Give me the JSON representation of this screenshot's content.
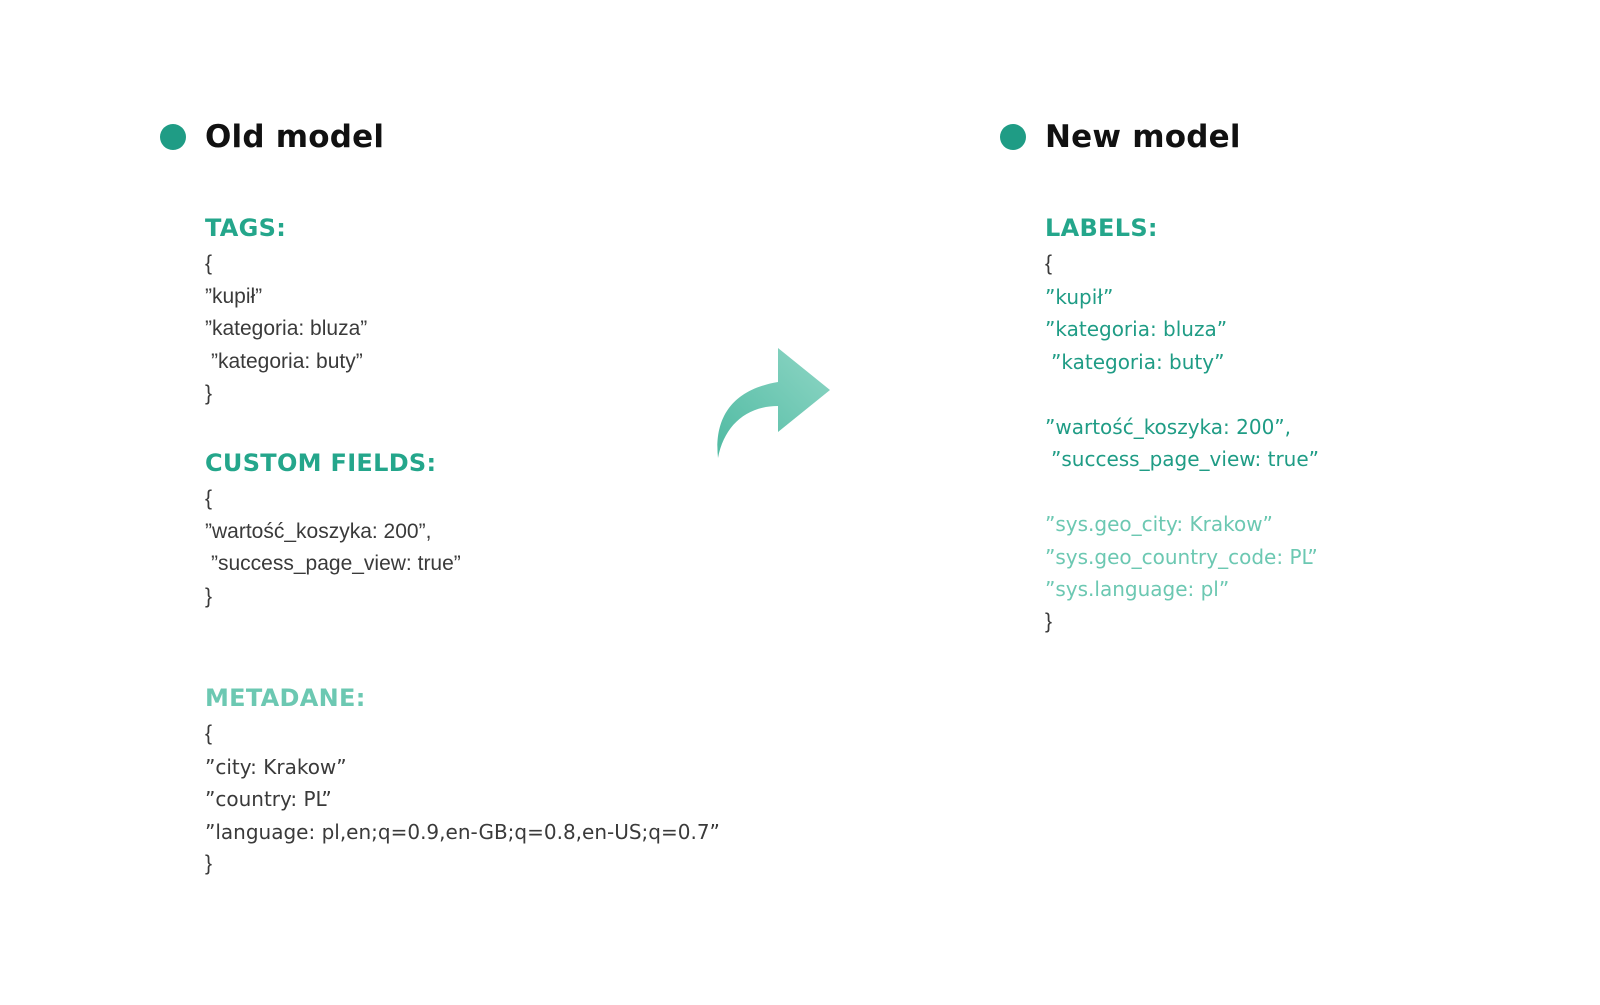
{
  "old_model": {
    "heading": "Old model",
    "tags": {
      "title": "TAGS:",
      "open": "{",
      "items": [
        "”kupił”",
        "”kategoria: bluza”",
        "”kategoria: buty”"
      ],
      "close": "}"
    },
    "custom_fields": {
      "title": "CUSTOM FIELDS:",
      "open": "{",
      "items": [
        "”wartość_koszyka: 200”,",
        "”success_page_view: true”"
      ],
      "close": "}"
    },
    "metadane": {
      "title": "METADANE:",
      "open": "{",
      "items": [
        "”city: Krakow”",
        "”country: PL”",
        "”language: pl,en;q=0.9,en-GB;q=0.8,en-US;q=0.7”"
      ],
      "close": "}"
    }
  },
  "new_model": {
    "heading": "New model",
    "labels": {
      "title": "LABELS:",
      "open": "{",
      "tag_items": [
        "”kupił”",
        "”kategoria: bluza”",
        "”kategoria: buty”"
      ],
      "field_items": [
        "”wartość_koszyka: 200”,",
        "”success_page_view: true”"
      ],
      "sys_items": [
        "”sys.geo_city: Krakow”",
        "”sys.geo_country_code: PL”",
        "”sys.language: pl”"
      ],
      "close": "}"
    }
  },
  "colors": {
    "accent_dark": "#1f9c85",
    "accent_light": "#6cc8b2",
    "text": "#3a3a3a"
  },
  "icons": {
    "bullet": "dot-icon",
    "arrow": "curved-arrow-icon"
  }
}
